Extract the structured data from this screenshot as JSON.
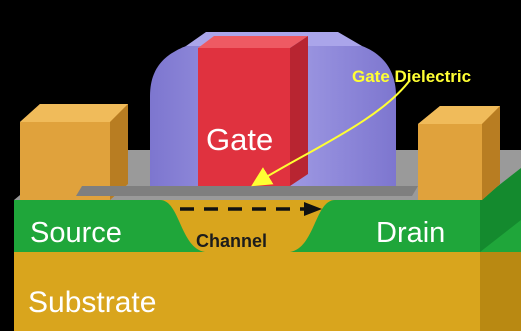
{
  "diagram": {
    "labels": {
      "gate": "Gate",
      "gate_dielectric": "Gate Dielectric",
      "source": "Source",
      "drain": "Drain",
      "channel": "Channel",
      "substrate": "Substrate"
    },
    "colors": {
      "background": "#000000",
      "substrate": "#d9a51d",
      "substrate_shade": "#b98912",
      "source_drain": "#1fa63a",
      "source_drain_dark": "#148a2e",
      "gate": "#e0323f",
      "gate_shade": "#b82531",
      "spacer": "#8f88dc",
      "spacer_dark": "#6f69c2",
      "dielectric": "#8a8a8a",
      "contact": "#e0a23c",
      "contact_shade": "#b87d22",
      "annotation": "#ffff33"
    }
  }
}
